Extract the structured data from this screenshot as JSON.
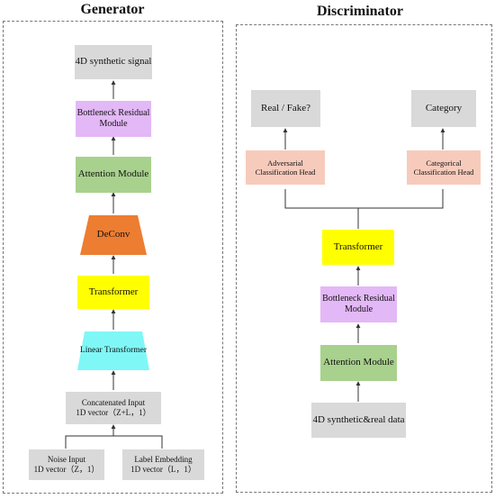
{
  "generator": {
    "title": "Generator",
    "nodes": {
      "signal": "4D synthetic signal",
      "bottleneck_l1": "Bottleneck Residual",
      "bottleneck_l2": "Module",
      "attention": "Attention Module",
      "deconv": "DeConv",
      "transformer": "Transformer",
      "linear": "Linear Transformer",
      "concat_l1": "Concatenated Input",
      "concat_l2": "1D vector（Z+L，1）",
      "noise_l1": "Noise Input",
      "noise_l2": "1D vector（Z，1）",
      "label_l1": "Label Embedding",
      "label_l2": "1D vector（L，1）"
    }
  },
  "discriminator": {
    "title": "Discriminator",
    "nodes": {
      "realfake": "Real / Fake?",
      "category": "Category",
      "adv_l1": "Adversarial",
      "adv_l2": "Classification Head",
      "cat_l1": "Categorical",
      "cat_l2": "Classification Head",
      "transformer": "Transformer",
      "bottleneck_l1": "Bottleneck Residual",
      "bottleneck_l2": "Module",
      "attention": "Attention Module",
      "data": "4D synthetic&real data"
    }
  },
  "colors": {
    "gray": "#d9d9d9",
    "purple": "#e3b8f6",
    "green": "#a8d18d",
    "orange": "#ed7d31",
    "yellow": "#ffff00",
    "cyan": "#7ff7f7",
    "pink": "#f7cbbc"
  }
}
